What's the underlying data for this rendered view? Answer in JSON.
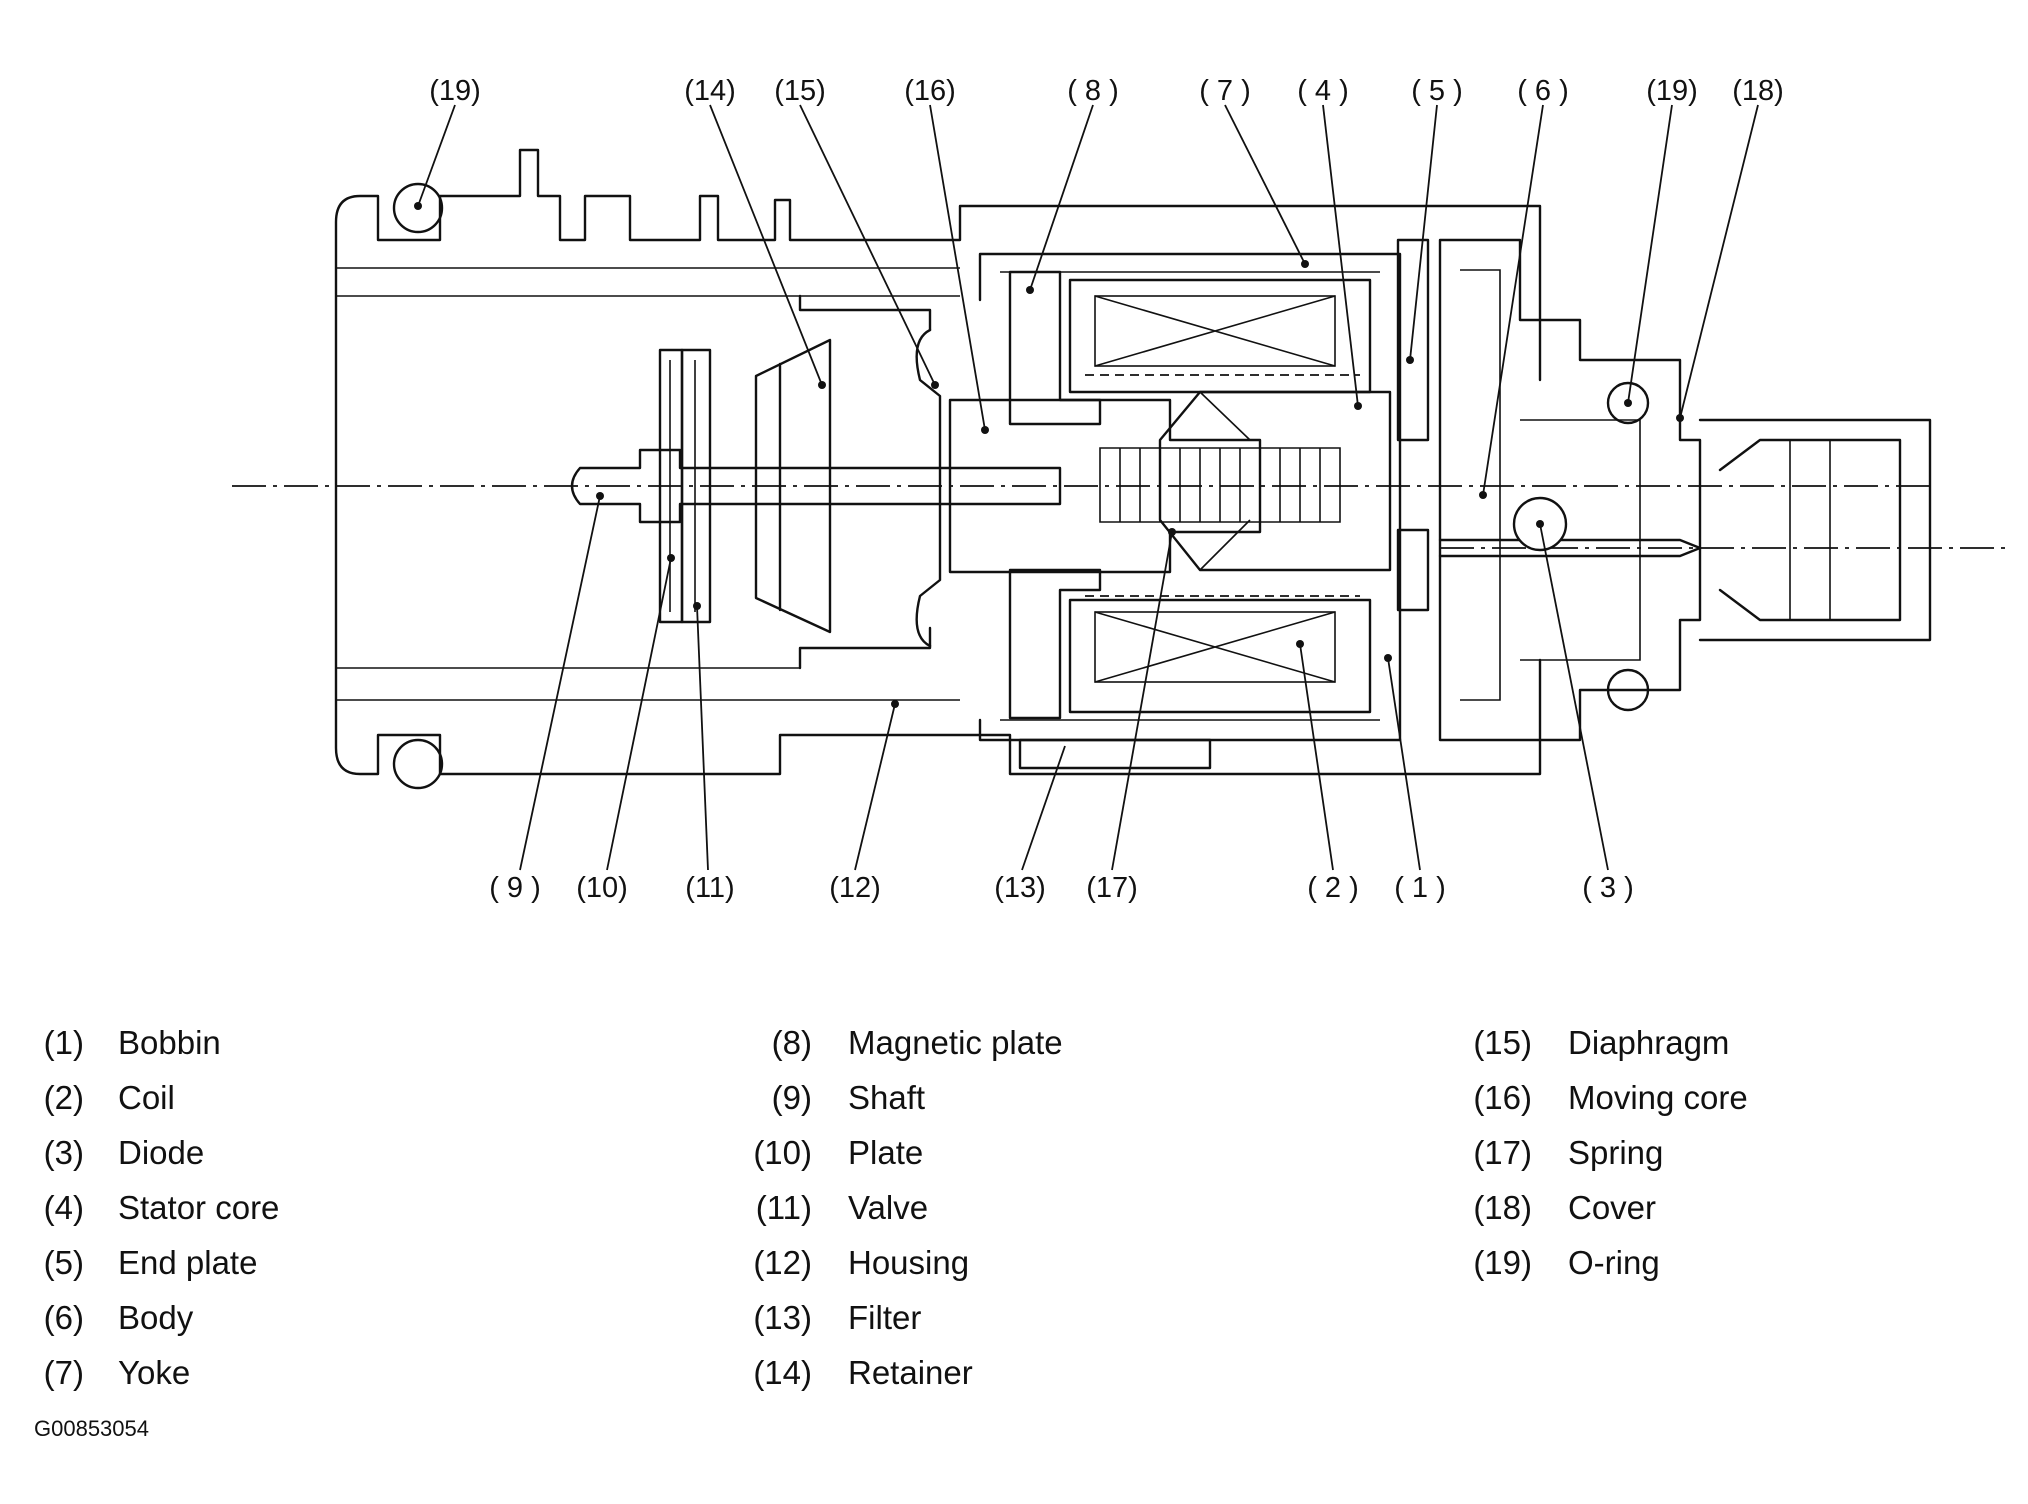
{
  "callouts_top": [
    "(19)",
    "(14)",
    "(15)",
    "(16)",
    "( 8 )",
    "( 7 )",
    "( 4 )",
    "( 5 )",
    "( 6 )",
    "(19)",
    "(18)"
  ],
  "callouts_bottom": [
    "( 9 )",
    "(10)",
    "(11)",
    "(12)",
    "(13)",
    "(17)",
    "( 2 )",
    "( 1 )",
    "( 3 )"
  ],
  "legend": {
    "col1": [
      {
        "num": "(1)",
        "label": "Bobbin"
      },
      {
        "num": "(2)",
        "label": "Coil"
      },
      {
        "num": "(3)",
        "label": "Diode"
      },
      {
        "num": "(4)",
        "label": "Stator core"
      },
      {
        "num": "(5)",
        "label": "End plate"
      },
      {
        "num": "(6)",
        "label": "Body"
      },
      {
        "num": "(7)",
        "label": "Yoke"
      }
    ],
    "col2": [
      {
        "num": "(8)",
        "label": "Magnetic plate"
      },
      {
        "num": "(9)",
        "label": "Shaft"
      },
      {
        "num": "(10)",
        "label": "Plate"
      },
      {
        "num": "(11)",
        "label": "Valve"
      },
      {
        "num": "(12)",
        "label": "Housing"
      },
      {
        "num": "(13)",
        "label": "Filter"
      },
      {
        "num": "(14)",
        "label": "Retainer"
      }
    ],
    "col3": [
      {
        "num": "(15)",
        "label": "Diaphragm"
      },
      {
        "num": "(16)",
        "label": "Moving core"
      },
      {
        "num": "(17)",
        "label": "Spring"
      },
      {
        "num": "(18)",
        "label": "Cover"
      },
      {
        "num": "(19)",
        "label": "O-ring"
      }
    ]
  },
  "figure_id": "G00853054"
}
